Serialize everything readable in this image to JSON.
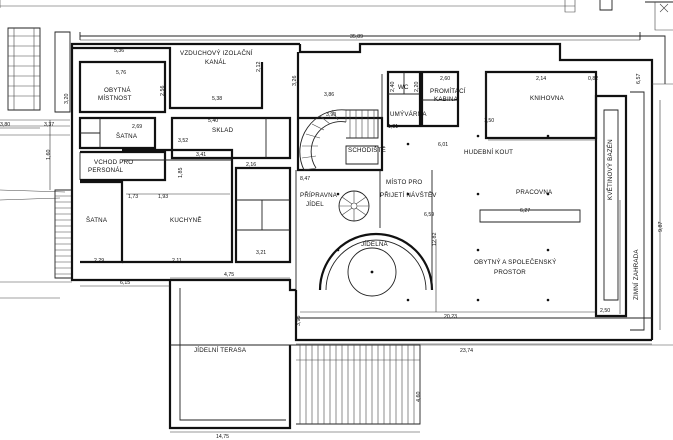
{
  "rooms": {
    "vzduchovy_kanal_1": "VZDUCHOVÝ IZOLAČNÍ",
    "vzduchovy_kanal_2": "KANÁL",
    "obytna_1": "OBYTNÁ",
    "obytna_2": "MÍSTNOST",
    "satna_top": "ŠATNA",
    "vchod_1": "VCHOD PRO",
    "vchod_2": "PERSONÁL",
    "satna_left": "ŠATNA",
    "sklad": "SKLAD",
    "kuchyne": "KUCHYNĚ",
    "wc": "WC",
    "promitaci_1": "PROMÍTACÍ",
    "promitaci_2": "KABINA",
    "umyvarna": "UMÝVÁRNA",
    "knihovna": "KNIHOVNA",
    "schodiste": "SCHODIŠTĚ",
    "hudebni_kout": "HUDEBNÍ KOUT",
    "pripravna_1": "PŘÍPRAVNA",
    "pripravna_2": "JÍDEL",
    "misto_1": "MÍSTO PRO",
    "misto_2": "PŘIJETÍ NÁVŠTĚV",
    "pracovna": "PRACOVNA",
    "jidelna": "JÍDELNA",
    "obytny_1": "OBYTNÝ A SPOLEČENSKÝ",
    "obytny_2": "PROSTOR",
    "kvetinovy_bazen": "KVĚTINOVÝ BAZÉN",
    "zimni_zahrada": "ZIMNÍ ZAHRADA",
    "jidelni_terasa": "JÍDELNÍ TERASA"
  },
  "dimensions": {
    "d_3589": "35,89",
    "d_536": "5,36",
    "d_576": "5,76",
    "d_256": "2,56",
    "d_538": "5,38",
    "d_337": "3,37",
    "d_380": "3,80",
    "d_320_a": "3,20",
    "d_212": "2,12",
    "d_326": "3,26",
    "d_269": "2,69",
    "d_185": "1,85",
    "d_160": "1,60",
    "d_540": "5,40",
    "d_352": "3,52",
    "d_341": "3,41",
    "d_216": "2,16",
    "d_173": "1,73",
    "d_193": "1,93",
    "d_229": "2,29",
    "d_211": "2,11",
    "d_615": "6,15",
    "d_475": "4,75",
    "d_321": "3,21",
    "d_847": "8,47",
    "d_386": "3,86",
    "d_260": "2,60",
    "d_240": "2,40",
    "d_220": "2,20",
    "d_181": "1,81",
    "d_214": "2,14",
    "d_601": "6,01",
    "d_659": "6,59",
    "d_627": "6,27",
    "d_1282": "12,82",
    "d_2023": "20,23",
    "d_250": "2,50",
    "d_987": "9,87",
    "d_2374": "23,74",
    "d_1475": "14,75",
    "d_460": "4,60",
    "d_395": "3,95",
    "d_657": "6,57",
    "d_082": "0,82",
    "d_150": "1,50",
    "d_390": "3,90"
  }
}
